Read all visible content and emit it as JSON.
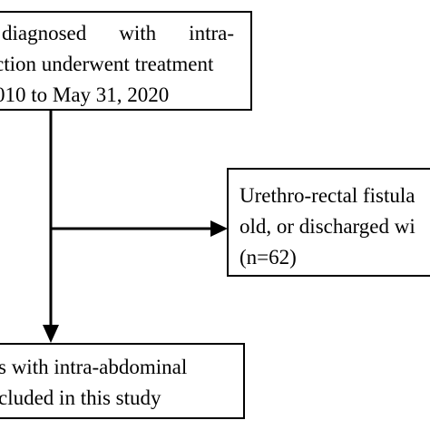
{
  "flowchart": {
    "top_box": {
      "lines": [
        "diagnosed with intra-",
        "ction underwent treatment",
        "010 to May 31, 2020"
      ]
    },
    "right_box": {
      "lines": [
        "Urethro-rectal fistula",
        "old, or discharged wi",
        "(n=62)"
      ]
    },
    "bottom_box": {
      "lines": [
        "s with intra-abdominal",
        "cluded in this study"
      ]
    }
  }
}
